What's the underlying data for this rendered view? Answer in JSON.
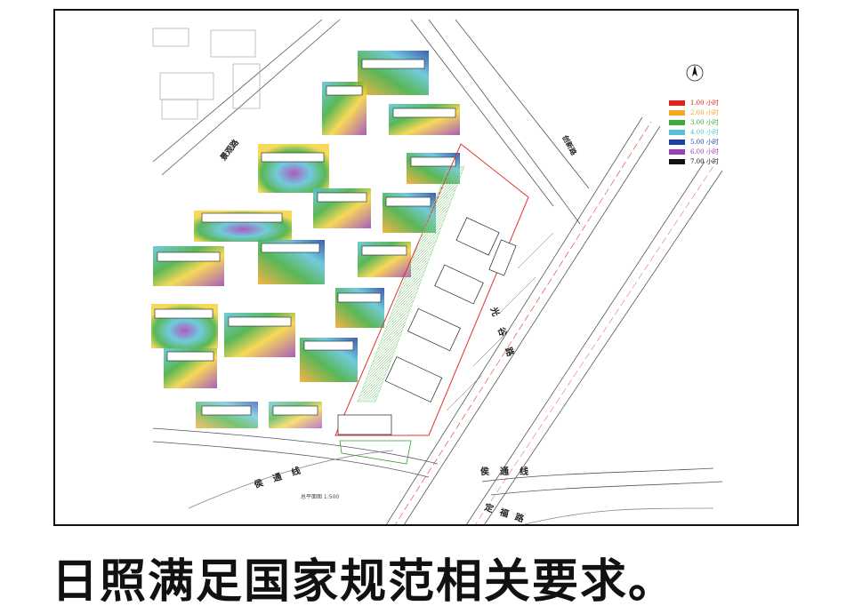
{
  "caption": "日照满足国家规范相关要求。",
  "legend": {
    "items": [
      {
        "label": "1.00 小时",
        "color": "#e8201c"
      },
      {
        "label": "2.00 小时",
        "color": "#f5a623"
      },
      {
        "label": "3.00 小时",
        "color": "#3daa3a"
      },
      {
        "label": "4.00 小时",
        "color": "#59c1d6"
      },
      {
        "label": "5.00 小时",
        "color": "#1f3fa6"
      },
      {
        "label": "6.00 小时",
        "color": "#9b3fb5"
      },
      {
        "label": "7.00 小时",
        "color": "#111111"
      }
    ]
  },
  "north_label": "N",
  "roads": {
    "road_top_left": "景观路",
    "road_right_top": "创新路",
    "road_main": "光谷路",
    "road_bottom_left": "侯通线",
    "road_bottom_right": "侯通线",
    "road_bottom": "定福路"
  },
  "plan_title": "总平面图 1:500",
  "colors": {
    "site_boundary": "#e0342c",
    "green_boundary": "#2fa02f",
    "road_line": "#222222"
  }
}
